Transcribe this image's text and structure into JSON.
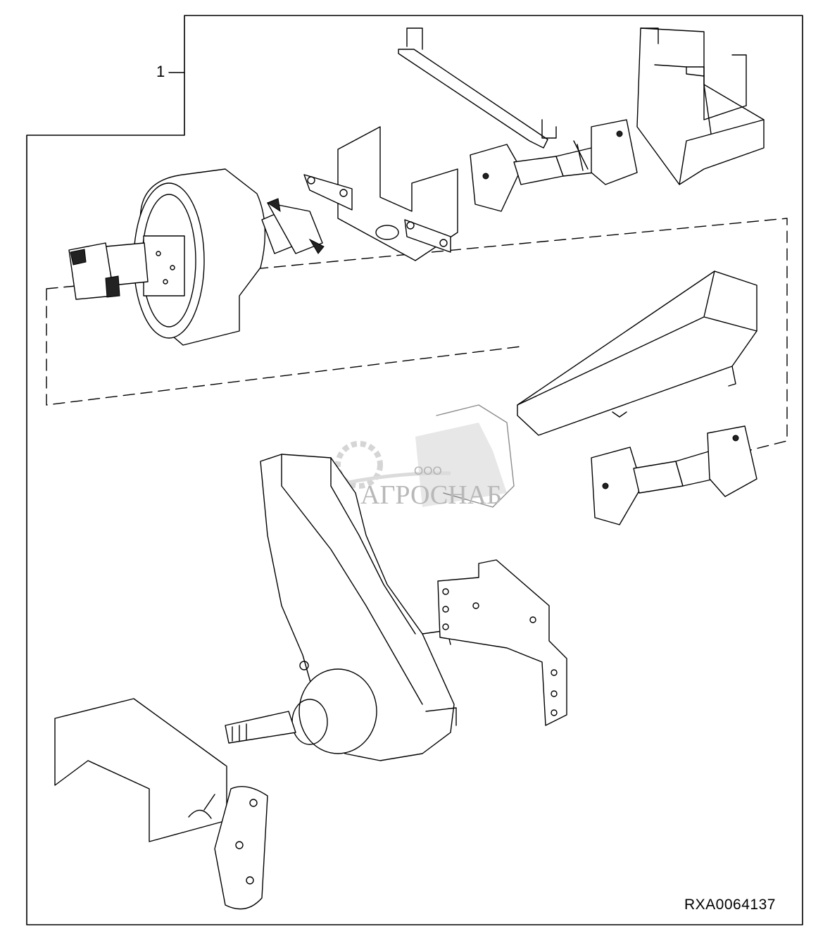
{
  "diagram": {
    "callout_label": "1",
    "reference_code": "RXA0064137",
    "watermark": {
      "prefix": "ООО",
      "name": "АГРОСНАБ"
    },
    "colors": {
      "line": "#000000",
      "watermark": "#b8b8b8"
    }
  }
}
